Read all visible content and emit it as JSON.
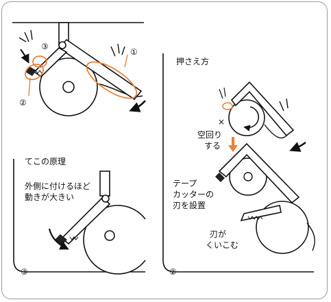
{
  "panel1": {
    "marker_1": "①",
    "marker_2": "②",
    "marker_3": "③"
  },
  "panel2": {
    "title": "押さえ方",
    "cross": "×",
    "idle_line1": "空回り",
    "idle_line2": "する",
    "cutter_line1": "テープ",
    "cutter_line2": "カッターの",
    "cutter_line3": "刃を設置",
    "bite_line1": "刃が",
    "bite_line2": "くいこむ",
    "footer_number": "②"
  },
  "panel3": {
    "title": "てこの原理",
    "note_line1": "外側に付けるほど",
    "note_line2": "動きが大きい",
    "footer_number": "③"
  },
  "colors": {
    "highlight": "#e8833a",
    "arrow_fill": "#111111",
    "bar_fill": "#ffffff",
    "blade_fill": "#222222",
    "line": "#111111"
  }
}
